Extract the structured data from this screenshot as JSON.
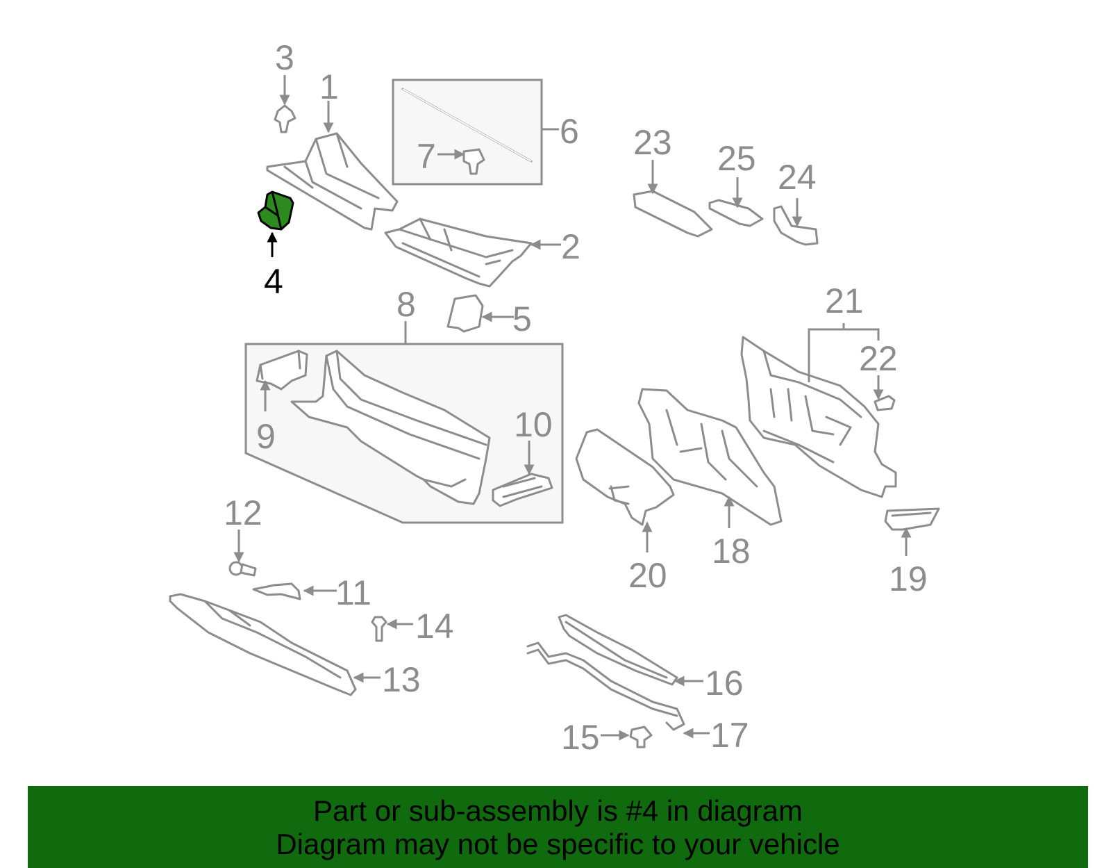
{
  "diagram": {
    "highlight_color": "#2d8a1e",
    "line_color": "#8c8c8c",
    "highlighted_part": "4",
    "callouts": {
      "c1": "1",
      "c2": "2",
      "c3": "3",
      "c4": "4",
      "c5": "5",
      "c6": "6",
      "c7": "7",
      "c8": "8",
      "c9": "9",
      "c10": "10",
      "c11": "11",
      "c12": "12",
      "c13": "13",
      "c14": "14",
      "c15": "15",
      "c16": "16",
      "c17": "17",
      "c18": "18",
      "c19": "19",
      "c20": "20",
      "c21": "21",
      "c22": "22",
      "c23": "23",
      "c24": "24",
      "c25": "25"
    }
  },
  "banner": {
    "background": "#0f6b0d",
    "line1": "Part or sub-assembly is #4 in diagram",
    "line2": "Diagram may not be specific to your vehicle"
  }
}
